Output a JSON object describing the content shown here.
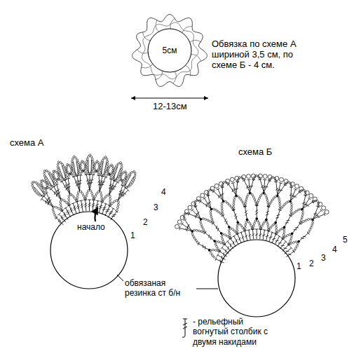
{
  "diagram": {
    "nodes": [
      {
        "text": [
          "5см"
        ]
      }
    ],
    "labels": [
      "Обвязка по схеме А шириной 3,5 см, по схеме Б - 4 см.",
      "12-13см",
      "схема А",
      "начало",
      "1",
      "2",
      "3",
      "4",
      "схема Б",
      "1",
      "2",
      "3",
      "4",
      "5",
      "обвязаная резинка ст б/н"
    ],
    "legend": [
      {
        "text": "- рельефный вогнутый столбик с двумя накидами"
      }
    ]
  }
}
